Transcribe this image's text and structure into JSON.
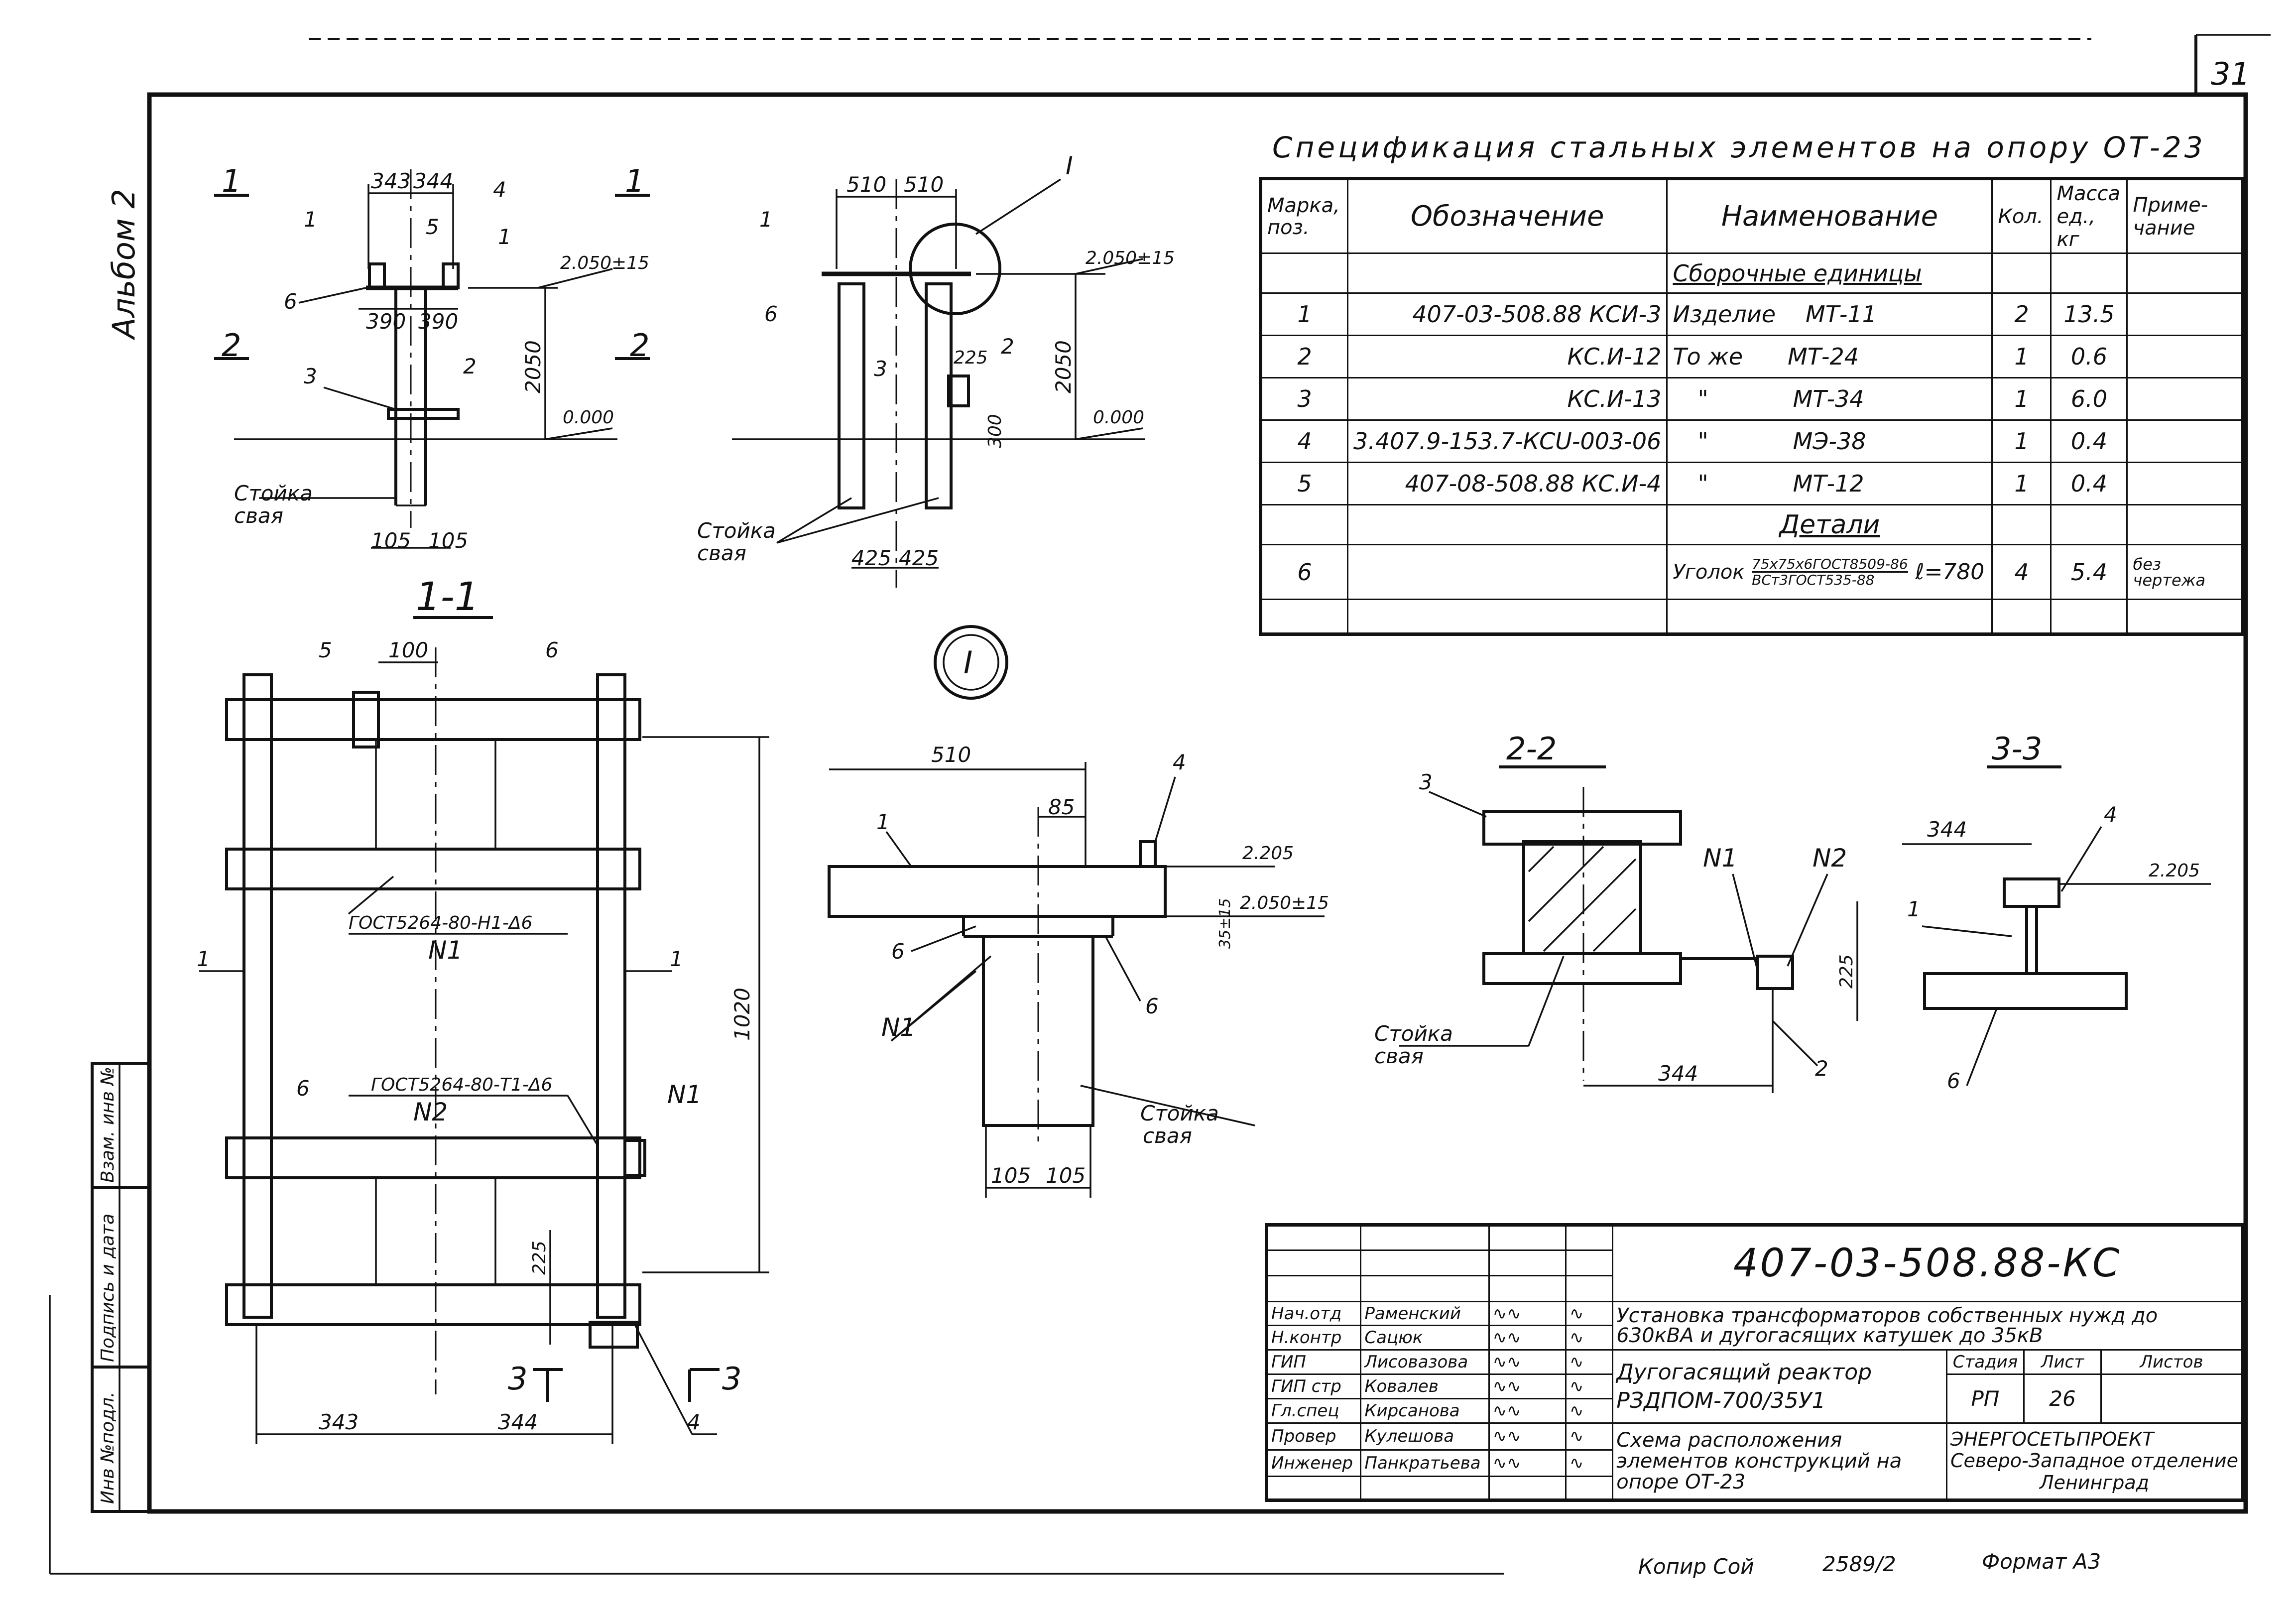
{
  "sheet": {
    "page_number": "31",
    "album_label": "Альбом 2",
    "copy_label": "Копир Сой",
    "copy_number": "2589/2",
    "format_label": "Формат А3"
  },
  "side_stamp": {
    "inv_podl": "Инв №подл.",
    "podpis": "Подпись и дата",
    "vzam": "Взам. инв №"
  },
  "spec": {
    "title": "Спецификация стальных элементов на опору ОТ-23",
    "headers": {
      "mark": "Марка, поз.",
      "designation": "Обозначение",
      "name": "Наименование",
      "qty": "Кол.",
      "mass": "Масса ед., кг",
      "note": "Приме- чание"
    },
    "group_assemblies": "Сборочные единицы",
    "group_details": "Детали",
    "rows": [
      {
        "mark": "1",
        "designation": "407-03-508.88 КСИ-3",
        "name": "Изделие",
        "code": "МТ-11",
        "qty": "2",
        "mass": "13.5",
        "note": ""
      },
      {
        "mark": "2",
        "designation": "КС.И-12",
        "name": "То же",
        "code": "МТ-24",
        "qty": "1",
        "mass": "0.6",
        "note": ""
      },
      {
        "mark": "3",
        "designation": "КС.И-13",
        "name": "\"",
        "code": "МТ-34",
        "qty": "1",
        "mass": "6.0",
        "note": ""
      },
      {
        "mark": "4",
        "designation": "3.407.9-153.7-КСU-003-06",
        "name": "\"",
        "code": "МЭ-38",
        "qty": "1",
        "mass": "0.4",
        "note": ""
      },
      {
        "mark": "5",
        "designation": "407-08-508.88 КС.И-4",
        "name": "\"",
        "code": "МТ-12",
        "qty": "1",
        "mass": "0.4",
        "note": ""
      }
    ],
    "detail_row": {
      "mark": "6",
      "name_prefix": "Уголок",
      "name_top": "75х75х6ГОСТ8509-86",
      "name_bottom": "ВСт3ГОСТ535-88",
      "length": "ℓ=780",
      "qty": "4",
      "mass": "5.4",
      "note": "без чертежа"
    }
  },
  "title_block": {
    "doc_code": "407-03-508.88-КС",
    "project_title": "Установка трансформаторов собственных нужд до 630кВА и дугогасящих катушек до 35кВ",
    "object_title_1": "Дугогасящий реактор",
    "object_title_2": "РЗДПОМ-700/35У1",
    "sheet_title": "Схема расположения элементов конструкций на опоре ОТ-23",
    "stage_label": "Стадия",
    "sheet_label": "Лист",
    "sheets_label": "Листов",
    "stage": "РП",
    "sheet": "26",
    "org_1": "ЭНЕРГОСЕТЬПРОЕКТ",
    "org_2": "Северо-Западное отделение",
    "org_3": "Ленинград",
    "people": [
      {
        "role": "Нач.отд",
        "name": "Раменский"
      },
      {
        "role": "Н.контр",
        "name": "Сацюк"
      },
      {
        "role": "ГИП",
        "name": "Лисовазова"
      },
      {
        "role": "ГИП стр",
        "name": "Ковалев"
      },
      {
        "role": "Гл.спец",
        "name": "Кирсанова"
      },
      {
        "role": "Провер",
        "name": "Кулешова"
      },
      {
        "role": "Инженер",
        "name": "Панкратьева"
      }
    ]
  },
  "views": {
    "view1": {
      "section_1": "1",
      "section_2": "2",
      "dim_a": "343",
      "dim_b": "344",
      "dim_c": "390",
      "dim_d": "390",
      "dim_e": "105",
      "dim_f": "105",
      "height": "2050",
      "elev_top": "2.050±15",
      "elev_zero": "0.000",
      "pile": "Стойка",
      "pile2": "свая",
      "l1": "1",
      "l2": "2",
      "l3": "3",
      "l4": "4",
      "l5": "5",
      "l6": "6",
      "l1b": "1"
    },
    "view2": {
      "dim_a": "510",
      "dim_b": "510",
      "dim_c": "225",
      "dim_d": "300",
      "dim_e": "425",
      "dim_f": "425",
      "height": "2050",
      "elev_top": "2.050±15",
      "elev_zero": "0.000",
      "node": "I",
      "pile": "Стойка",
      "pile2": "свая",
      "l1": "1",
      "l2": "2",
      "l3": "3",
      "l6": "6"
    },
    "plan": {
      "title": "1-1",
      "dim_top": "100",
      "dim_left": "343",
      "dim_right": "344",
      "dim_h": "1020",
      "dim_225": "225",
      "weld1": "ГОСТ5264-80-Н1-Δ6",
      "weld1_mark": "N1",
      "weld2": "ГОСТ5264-80-Т1-Δ6",
      "weld2_mark": "N2",
      "weld_n1": "N1",
      "sec3": "3",
      "l1a": "1",
      "l1b": "1",
      "l4": "4",
      "l5": "5",
      "l6a": "6",
      "l6b": "6"
    },
    "node": {
      "title": "I",
      "dim_510": "510",
      "dim_85": "85",
      "elev_a": "2.205",
      "elev_b": "2.050±15",
      "dim_35": "35±15",
      "dim_105a": "105",
      "dim_105b": "105",
      "l1": "1",
      "l4": "4",
      "l6a": "6",
      "l6b": "6",
      "n1": "N1",
      "pile": "Стойка",
      "pile2": "свая"
    },
    "sec22": {
      "title": "2-2",
      "dim_225": "225",
      "dim_344": "344",
      "l2": "2",
      "l3": "3",
      "n1": "N1",
      "n2": "N2",
      "pile": "Стойка",
      "pile2": "свая"
    },
    "sec33": {
      "title": "3-3",
      "dim_344": "344",
      "elev": "2.205",
      "l1": "1",
      "l4": "4",
      "l6": "6"
    }
  }
}
